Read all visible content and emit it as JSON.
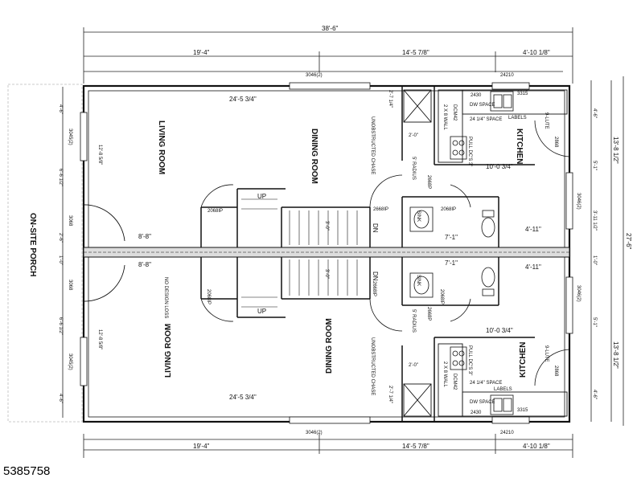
{
  "plan": {
    "porch_label": "ON-SITE PORCH",
    "dims": {
      "overall_width": "38'-6\"",
      "overall_depth": "27'-6\"",
      "front_span": "19'-4\"",
      "mid_span": "14'-5 7/8\"",
      "rear_span": "4'-10 1/8\"",
      "half_depth": "13'-8 1/2\"",
      "living_width": "24'-5 3/4\"",
      "living_depth": "12'-8 5/8\"",
      "hall_width": "8'-8\"",
      "kitchen_width": "10'-0 3/4\"",
      "bath_width": "4'-11\"",
      "stair_width": "3'-0\"",
      "left_a": "4'-6\"",
      "left_b": "6'-6 1/2\"",
      "left_c": "2'-6\"",
      "left_d": "1'-0\"",
      "right_a": "4'-6\"",
      "right_b": "5'-1\"",
      "right_c": "3'-11 1/2\"",
      "right_d": "1'-0\"",
      "chase_dim": "2'-7 1/4\"",
      "wall_dim": "2'-0\"",
      "toilet_dim": "7'-1\""
    },
    "windows": {
      "w3046_2": "3046(2)",
      "w3045_2": "3045(2)",
      "w24210": "24210",
      "w3315": "3315",
      "w2430": "2430",
      "w2868": "2868",
      "d3068": "3068",
      "d2068ip": "2068IP",
      "d2668ip": "2668IP",
      "d2668p": "2668P",
      "sink": "SINK"
    },
    "rooms": {
      "living": "LIVING ROOM",
      "dining": "DINING ROOM",
      "kitchen": "KITCHEN"
    },
    "labels": {
      "up": "UP",
      "dn": "DN",
      "unobstructed_chase": "UNOBSTRUCTED CHASE",
      "wall_2x8": "2 X 8 WALL",
      "dw_space": "DW SPACE",
      "labels": "LABELS",
      "space_24": "24 1/4\" SPACE",
      "pull_dcs": "PULL DC'S 3\"",
      "radius": "5' RADIUS",
      "dcm42": "DCM42",
      "lute": "9-LUTE",
      "no_design": "NO DESIGN LOSS"
    }
  },
  "listing_id": "5385758"
}
